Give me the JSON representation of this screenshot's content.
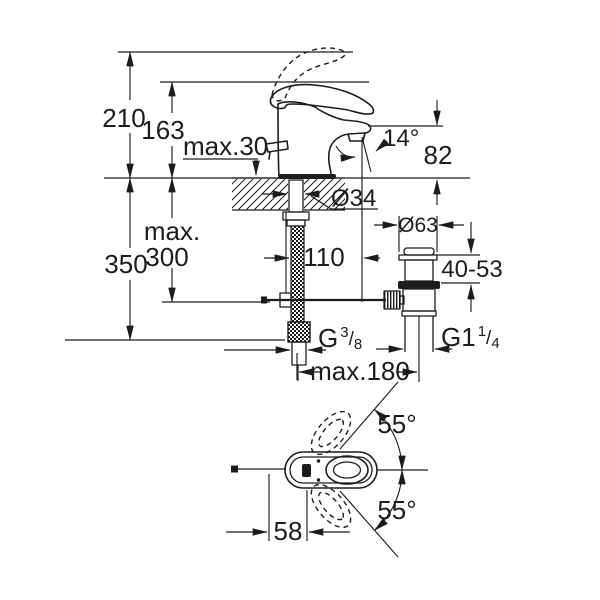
{
  "colors": {
    "line": "#1c1c1c",
    "background": "#ffffff"
  },
  "side_view": {
    "overall_height": "210",
    "lever_height": "163",
    "max_deck_label": "max.30",
    "below_deck_height": "350",
    "hose_length_line1": "max.",
    "hose_length_line2": "300",
    "hole_diameter": "Ø34",
    "spout_reach": "110",
    "spout_angle": "14°",
    "outlet_height": "82",
    "waste_flange_diameter": "Ø63",
    "deck_thickness_range": "40-53",
    "supply_thread": {
      "base": "G",
      "numerator": "3",
      "slash": "/",
      "denominator": "8"
    },
    "waste_thread": {
      "base": "G1",
      "numerator": "1",
      "slash": "/",
      "denominator": "4"
    },
    "max_center_distance": "max.180"
  },
  "top_view": {
    "lever_swing_upper": "55°",
    "lever_swing_lower": "55°",
    "rod_offset": "58"
  }
}
